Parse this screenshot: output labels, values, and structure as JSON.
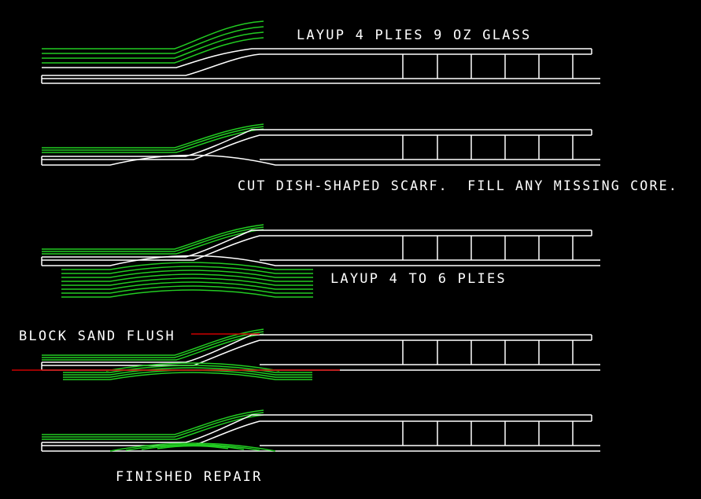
{
  "colors": {
    "background": "#000000",
    "structure": "#ffffff",
    "plies": "#22cc22",
    "sand_line": "#cc0000"
  },
  "labels": {
    "step1": "LAYUP 4 PLIES 9 OZ GLASS",
    "step2": "CUT DISH-SHAPED SCARF.  FILL ANY MISSING CORE.",
    "step3": "LAYUP 4 TO 6 PLIES",
    "step4": "BLOCK SAND FLUSH",
    "step5": "FINISHED REPAIR"
  }
}
